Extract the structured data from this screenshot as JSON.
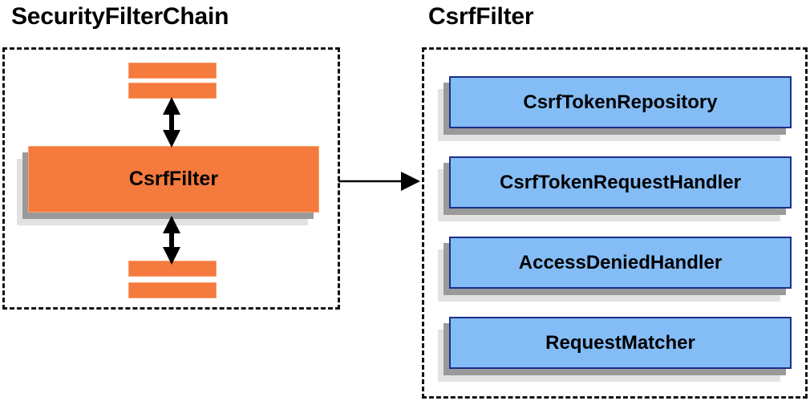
{
  "diagram": {
    "title_left": "SecurityFilterChain",
    "title_right": "CsrfFilter",
    "colors": {
      "orange_fill": "#f47a3e",
      "orange_border": "#f9a572",
      "blue_fill": "#84bdf6",
      "blue_border": "#1b2f8a",
      "shadow_mid": "#9a9a9a",
      "shadow_far": "#e2e2e2",
      "outline": "#111111",
      "text": "#000000"
    }
  },
  "left_panel": {
    "label": "SecurityFilterChain",
    "main_box": {
      "label": "CsrfFilter"
    },
    "top_bars": [
      {
        "name": "filter-bar-top-1"
      },
      {
        "name": "filter-bar-top-2"
      }
    ],
    "bottom_bars": [
      {
        "name": "filter-bar-bottom-1"
      },
      {
        "name": "filter-bar-bottom-2"
      }
    ],
    "arrows": [
      {
        "name": "arrow-up-down-above-csrffilter",
        "direction": "bidirectional-vertical"
      },
      {
        "name": "arrow-up-down-below-csrffilter",
        "direction": "bidirectional-vertical"
      }
    ]
  },
  "right_panel": {
    "label": "CsrfFilter",
    "components": [
      {
        "label": "CsrfTokenRepository"
      },
      {
        "label": "CsrfTokenRequestHandler"
      },
      {
        "label": "AccessDeniedHandler"
      },
      {
        "label": "RequestMatcher"
      }
    ]
  },
  "connector": {
    "name": "left-to-right-arrow",
    "direction": "right"
  }
}
